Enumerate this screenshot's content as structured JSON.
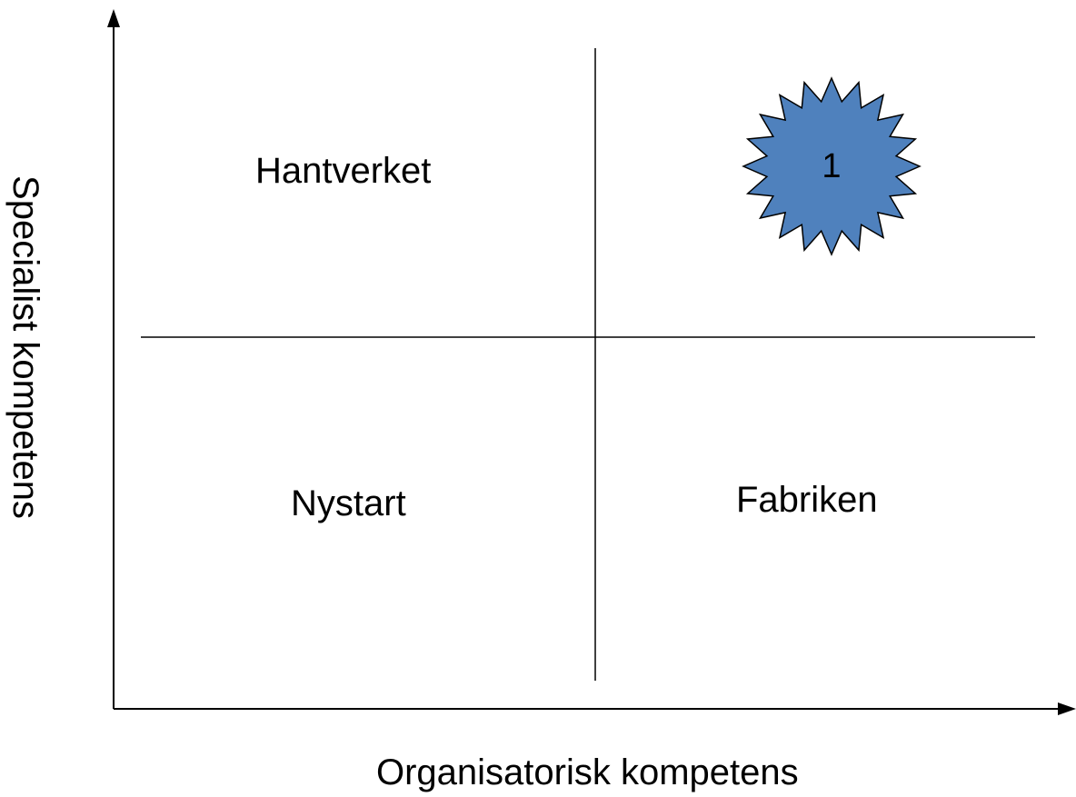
{
  "axes": {
    "x_label": "Organisatorisk kompetens",
    "y_label": "Specialist kompetens"
  },
  "quadrants": {
    "top_left": "Hantverket",
    "top_right": "",
    "bottom_left": "Nystart",
    "bottom_right": "Fabriken"
  },
  "marker": {
    "label": "1",
    "quadrant": "top-right",
    "shape": "starburst-icon",
    "fill_color": "#4F81BD",
    "stroke_color": "#000000"
  }
}
